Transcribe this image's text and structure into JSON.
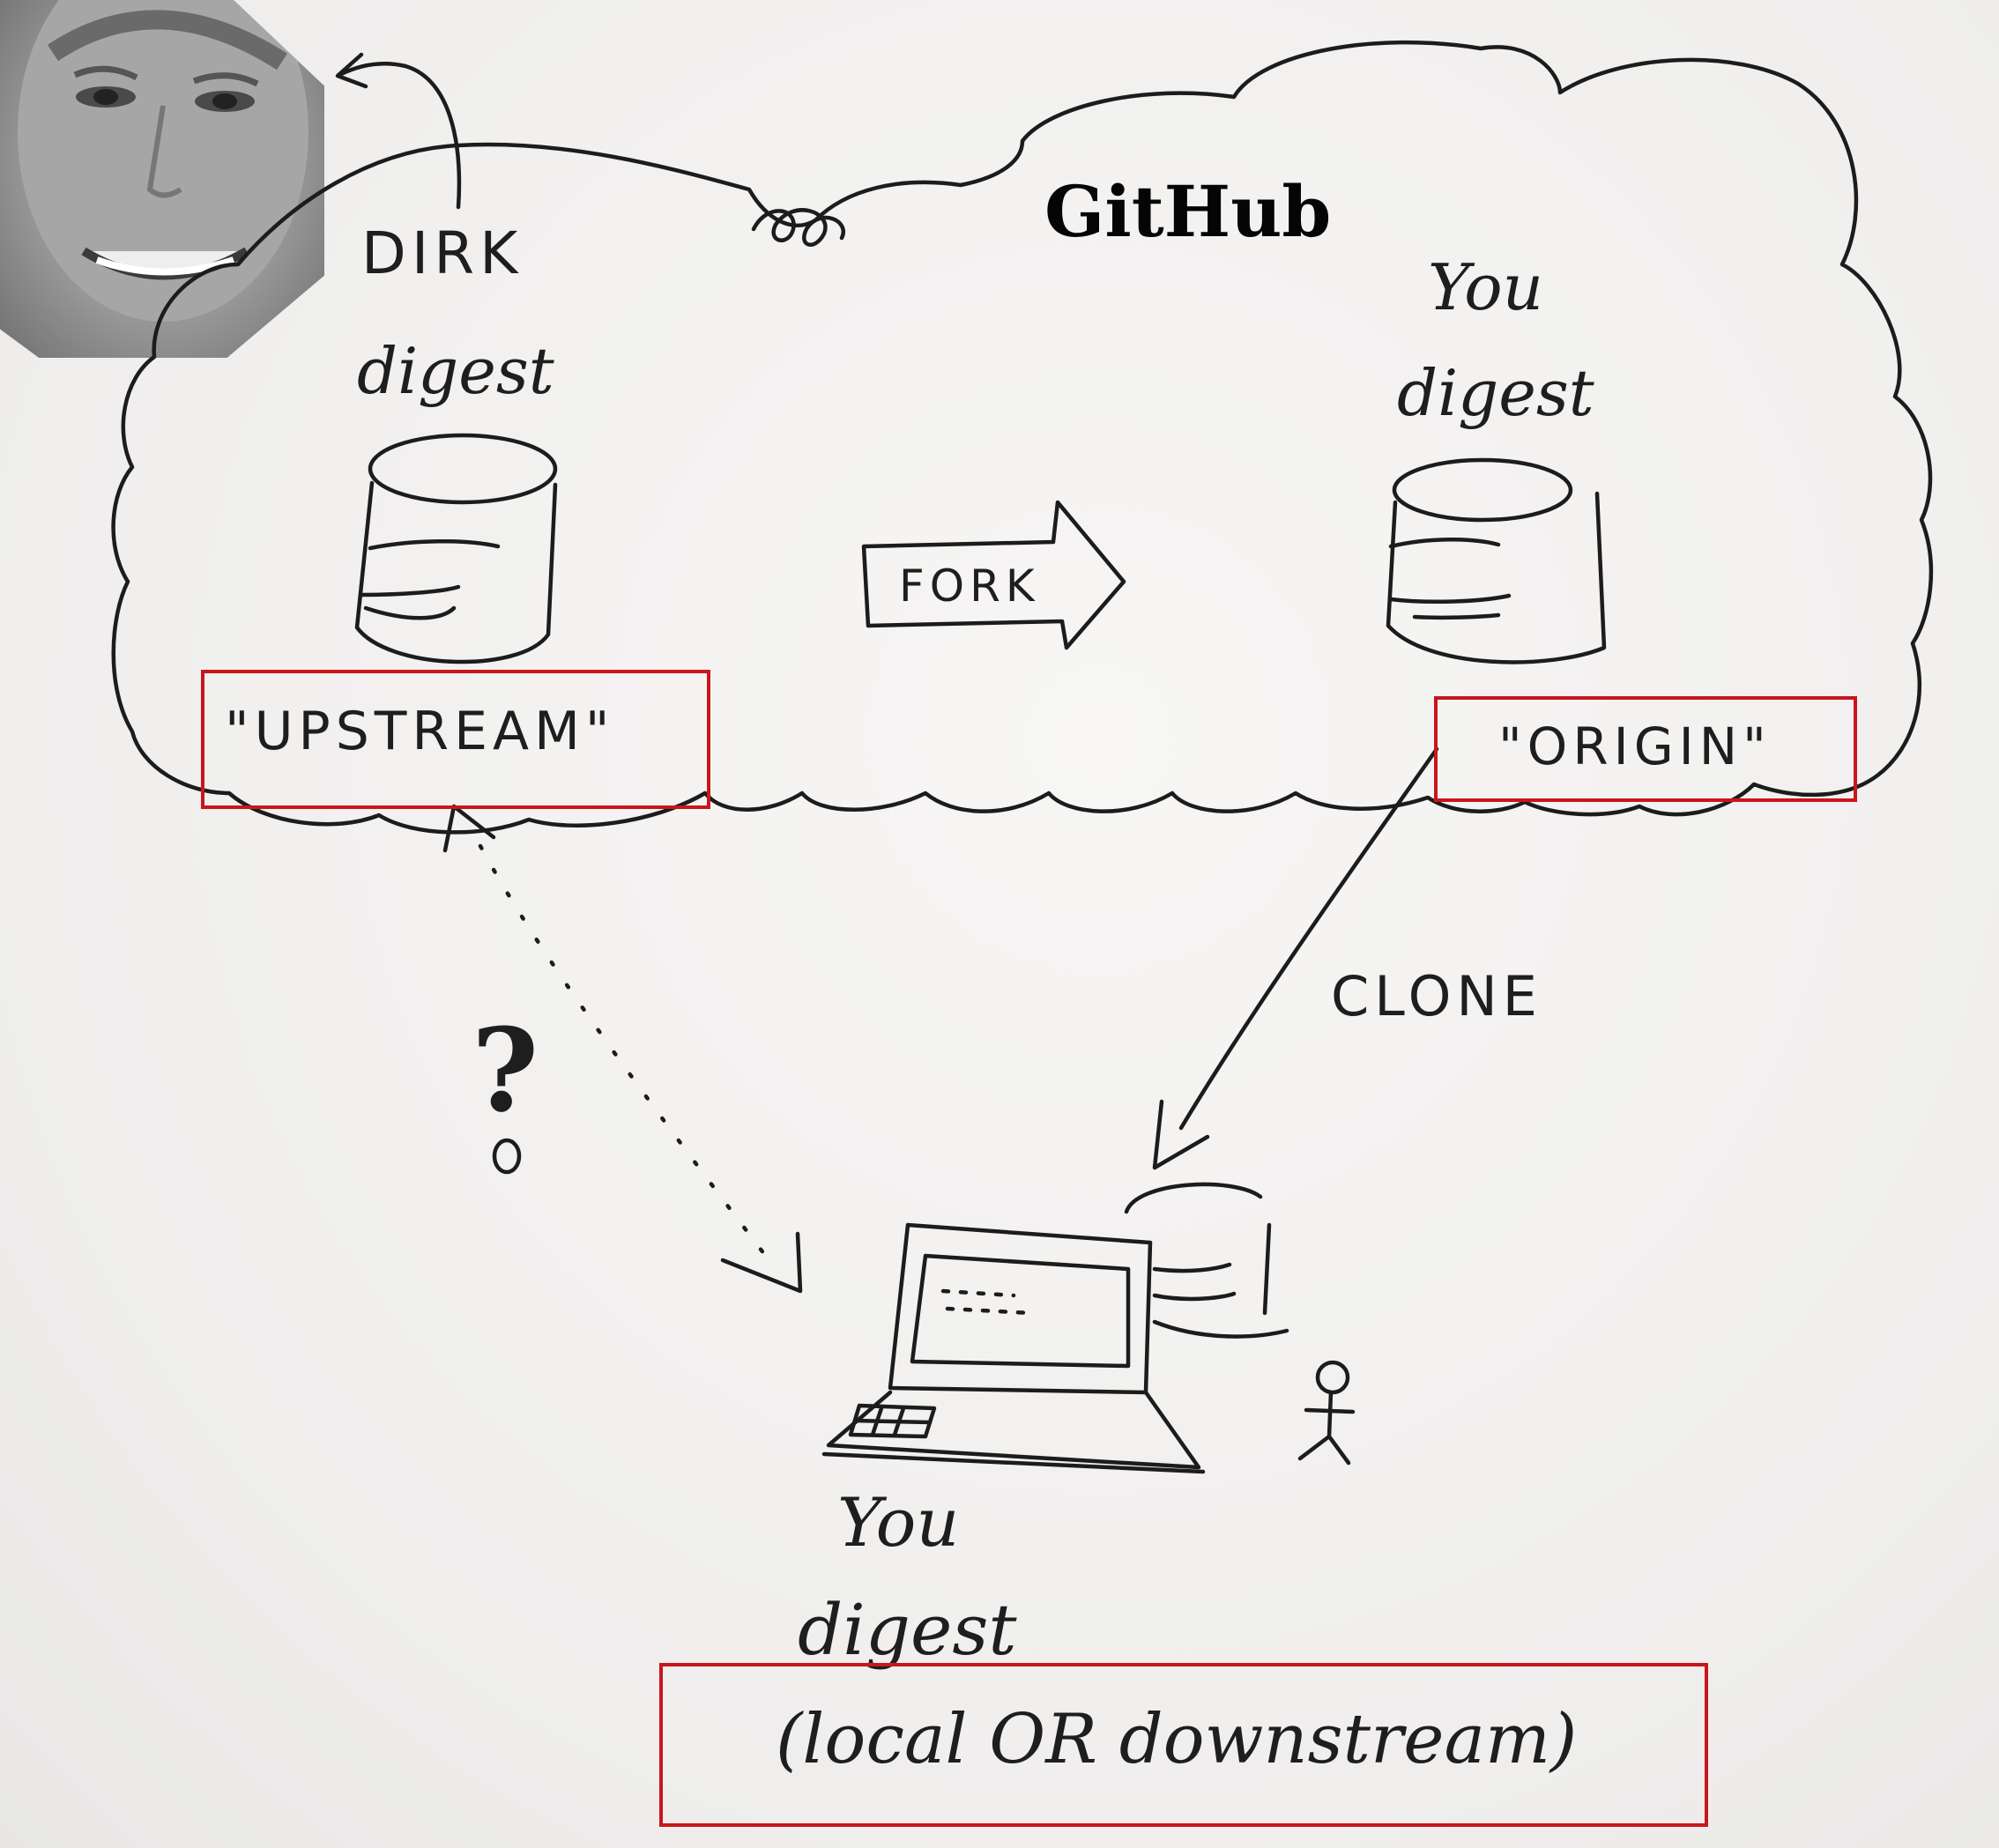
{
  "cloud": {
    "title": "GitHub"
  },
  "upstream_repo": {
    "owner": "Dirk",
    "name": "digest",
    "label": "\"UPSTREAM\""
  },
  "origin_repo": {
    "owner": "You",
    "name": "digest",
    "label": "\"ORIGIN\""
  },
  "local_repo": {
    "owner": "You",
    "name": "digest",
    "label": "(local OR downstream)"
  },
  "actions": {
    "fork": "FORK",
    "clone": "CLONE",
    "question": "?"
  },
  "colors": {
    "ink": "#1c1c1c",
    "highlight_box": "#c8161d",
    "whiteboard": "#f3f2f1"
  }
}
